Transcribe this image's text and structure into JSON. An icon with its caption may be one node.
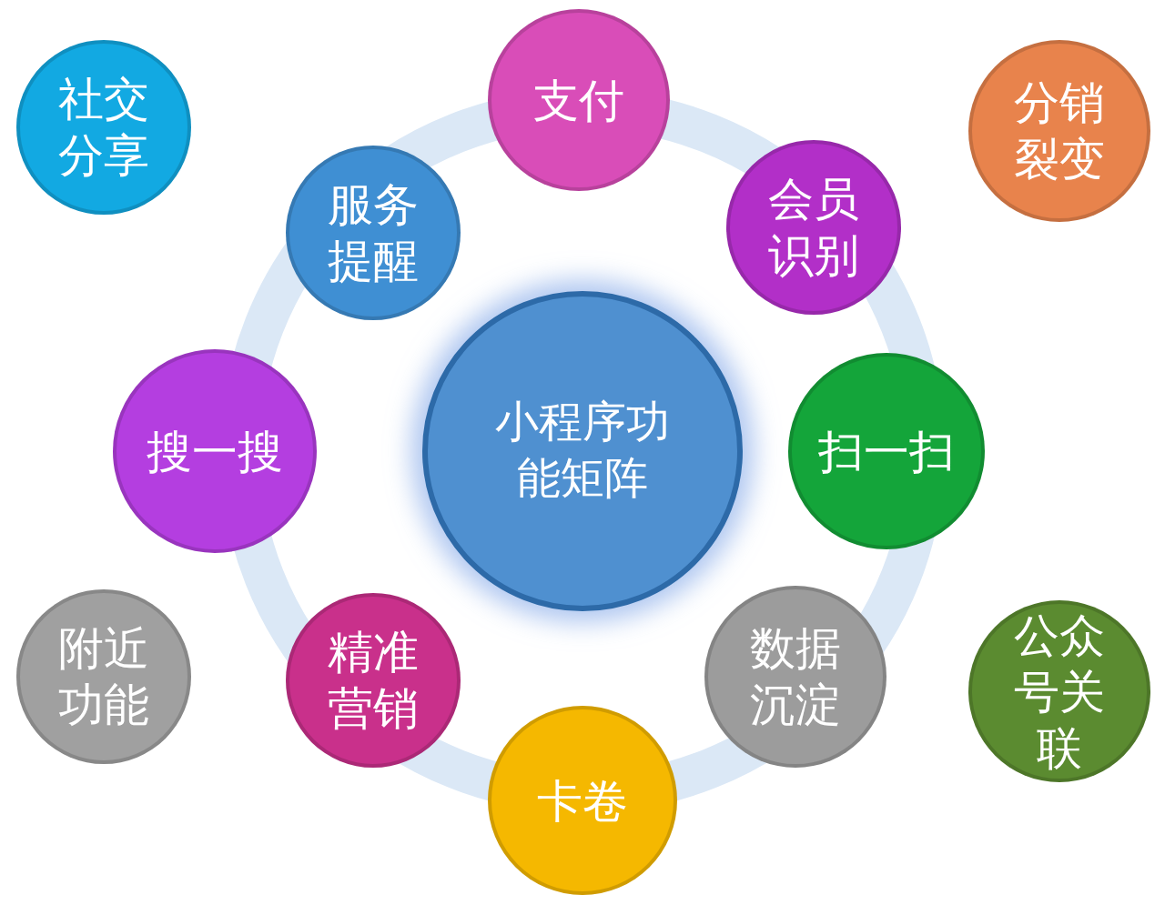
{
  "diagram": {
    "nodes": [
      {
        "text": [
          "社交分享"
        ]
      },
      {
        "text": [
          "支付"
        ]
      },
      {
        "text": [
          "分销裂变"
        ]
      },
      {
        "text": [
          "服务提醒"
        ]
      },
      {
        "text": [
          "会员识别"
        ]
      },
      {
        "text": [
          "小程序功能矩阵"
        ]
      },
      {
        "text": [
          "搜一搜"
        ]
      },
      {
        "text": [
          "扫一扫"
        ]
      },
      {
        "text": [
          "附近功能"
        ]
      },
      {
        "text": [
          "精准营销"
        ]
      },
      {
        "text": [
          "数据沉淀"
        ]
      },
      {
        "text": [
          "公众号关联"
        ]
      },
      {
        "text": [
          "卡卷"
        ]
      }
    ],
    "edges": []
  }
}
